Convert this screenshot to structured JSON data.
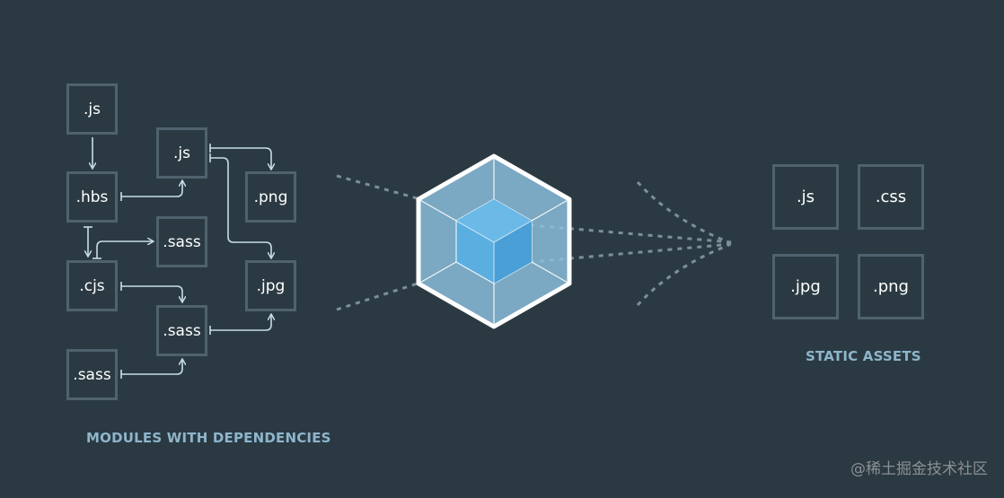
{
  "modules": [
    {
      "id": "js-top",
      "label": ".js"
    },
    {
      "id": "js-mid",
      "label": ".js"
    },
    {
      "id": "hbs",
      "label": ".hbs"
    },
    {
      "id": "png",
      "label": ".png"
    },
    {
      "id": "sass-top",
      "label": ".sass"
    },
    {
      "id": "cjs",
      "label": ".cjs"
    },
    {
      "id": "jpg",
      "label": ".jpg"
    },
    {
      "id": "sass-mid",
      "label": ".sass"
    },
    {
      "id": "sass-bottom",
      "label": ".sass"
    }
  ],
  "assets": [
    {
      "id": "asset-js",
      "label": ".js"
    },
    {
      "id": "asset-css",
      "label": ".css"
    },
    {
      "id": "asset-jpg",
      "label": ".jpg"
    },
    {
      "id": "asset-png",
      "label": ".png"
    }
  ],
  "captions": {
    "modules": "MODULES WITH DEPENDENCIES",
    "assets": "STATIC ASSETS"
  },
  "watermark": "@稀土掘金技术社区",
  "colors": {
    "background": "#2b3a42",
    "box_border": "#4f626d",
    "arrow": "#c6dce8",
    "caption": "#8eb5cc",
    "cube_outer": "#8ec1de",
    "cube_inner": "#5aaee0",
    "dotted_line": "#7d8f99"
  },
  "icons": {
    "center": "webpack-cube-icon"
  }
}
